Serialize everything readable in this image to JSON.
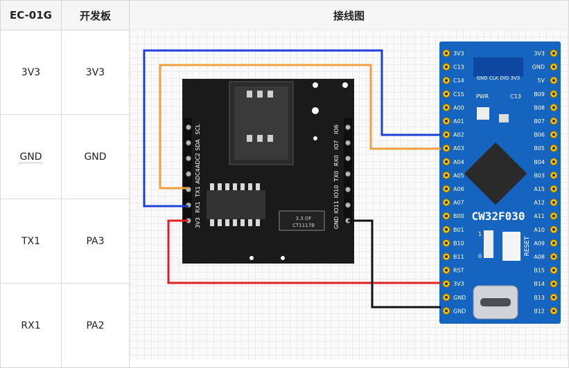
{
  "header": {
    "col1": "EC-01G",
    "col2": "开发板",
    "col3": "接线图"
  },
  "rows": [
    {
      "ec": "3V3",
      "board": "3V3"
    },
    {
      "ec": "GND",
      "board": "GND"
    },
    {
      "ec": "TX1",
      "board": "PA3"
    },
    {
      "ec": "RX1",
      "board": "PA2"
    }
  ],
  "module": {
    "left_pins": [
      "SCL",
      "SDA",
      "ADC2",
      "ADC4",
      "TX1",
      "RX1",
      "3V3"
    ],
    "right_pins": [
      "IO6",
      "IO7",
      "RX0",
      "TX0",
      "IO10",
      "IO11",
      "GND"
    ],
    "regulator_label": "CT1117B",
    "regulator_sub": "3.3 OF"
  },
  "board": {
    "name": "CW32F030",
    "left_pins": [
      "3V3",
      "C13",
      "C14",
      "C15",
      "A00",
      "A01",
      "A02",
      "A03",
      "A04",
      "A05",
      "A06",
      "A07",
      "B00",
      "B01",
      "B10",
      "B11",
      "RST",
      "3V3",
      "GND",
      "GND"
    ],
    "right_pins": [
      "3V3",
      "GND",
      "5V",
      "B09",
      "B08",
      "B07",
      "B06",
      "B05",
      "B04",
      "B03",
      "A15",
      "A12",
      "A11",
      "A10",
      "A09",
      "A08",
      "B15",
      "B14",
      "B13",
      "B12"
    ],
    "header_labels": "GND CLK DIO 3V3",
    "pwr_label": "PWR",
    "c13_label": "C13",
    "reset_label": "RESET",
    "jumper_1": "1",
    "jumper_0": "0"
  },
  "wire_colors": {
    "rx": "#1f3fd6",
    "tx": "#f0a040",
    "vcc": "#e02020",
    "gnd": "#111111"
  }
}
